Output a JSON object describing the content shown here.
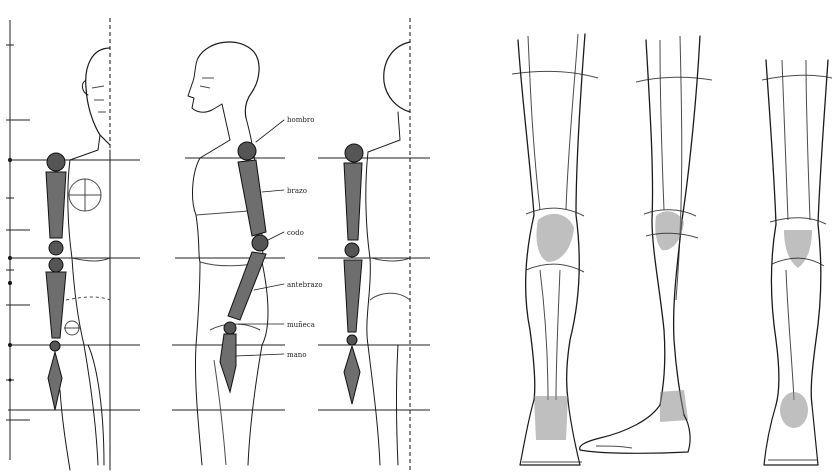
{
  "labels": {
    "shoulder": "hombro",
    "arm": "brazo",
    "elbow": "codo",
    "forearm": "antebrazo",
    "wrist": "muñeca",
    "hand": "mano"
  },
  "colors": {
    "background": "#ffffff",
    "ink": "#1a1a1a",
    "limb_fill": "#6e6e6e"
  }
}
